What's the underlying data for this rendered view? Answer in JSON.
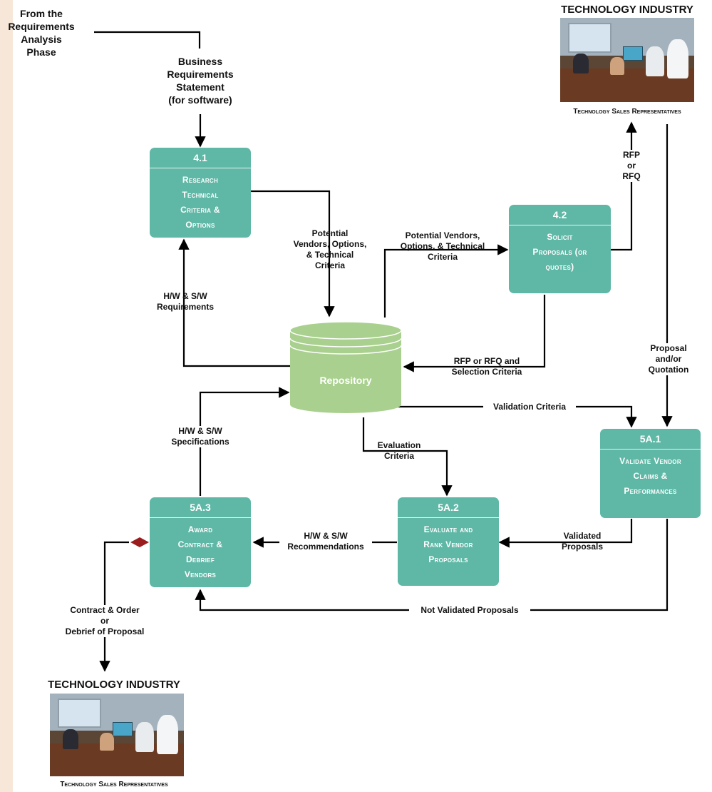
{
  "source_label": [
    "From the",
    "Requirements",
    "Analysis",
    "Phase"
  ],
  "input_label": [
    "Business",
    "Requirements",
    "Statement",
    "(for software)"
  ],
  "processes": {
    "p41": {
      "number": "4.1",
      "title": [
        "Research",
        "Technical",
        "Criteria &",
        "Options"
      ]
    },
    "p42": {
      "number": "4.2",
      "title": [
        "Solicit",
        "Proposals (or",
        "quotes)"
      ]
    },
    "p5a1": {
      "number": "5A.1",
      "title": [
        "Validate Vendor",
        "Claims &",
        "Performances"
      ]
    },
    "p5a2": {
      "number": "5A.2",
      "title": [
        "Evaluate and",
        "Rank Vendor",
        "Proposals"
      ]
    },
    "p5a3": {
      "number": "5A.3",
      "title": [
        "Award",
        "Contract &",
        "Debrief",
        "Vendors"
      ]
    }
  },
  "repository": {
    "label": "Repository"
  },
  "external_entities": {
    "top": {
      "title": "TECHNOLOGY INDUSTRY",
      "caption": "Technology Sales Representatives"
    },
    "bottom": {
      "title": "TECHNOLOGY INDUSTRY",
      "caption": "Technology Sales Representatives"
    }
  },
  "flows": {
    "potential_vendors_down": [
      "Potential",
      "Vendors, Options,",
      "& Technical",
      "Criteria"
    ],
    "potential_vendors_right": [
      "Potential Vendors,",
      "Options, & Technical",
      "Criteria"
    ],
    "rfp_or_rfq": [
      "RFP",
      "or",
      "RFQ"
    ],
    "hw_sw_requirements": [
      "H/W & S/W",
      "Requirements"
    ],
    "rfp_selection_criteria": [
      "RFP or RFQ and",
      "Selection Criteria"
    ],
    "proposal_quotation": [
      "Proposal",
      "and/or",
      "Quotation"
    ],
    "validation_criteria": "Validation Criteria",
    "hw_sw_specifications": [
      "H/W & S/W",
      "Specifications"
    ],
    "evaluation_criteria": [
      "Evaluation",
      "Criteria"
    ],
    "hw_sw_recommendations": [
      "H/W & S/W",
      "Recommendations"
    ],
    "validated_proposals": [
      "Validated",
      "Proposals"
    ],
    "not_validated_proposals": "Not Validated Proposals",
    "contract_order": [
      "Contract & Order",
      "or",
      "Debrief of Proposal"
    ]
  },
  "colors": {
    "process_fill": "#5fb7a6",
    "repository_fill": "#a9d08e",
    "decision_diamond": "#9b1c1c",
    "left_stripe": "#f7e7d8"
  }
}
